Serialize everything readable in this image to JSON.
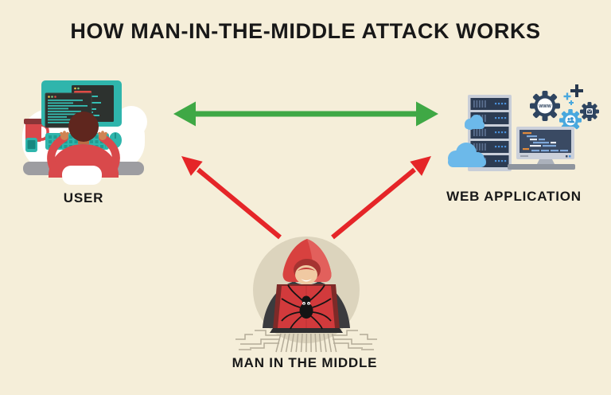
{
  "title": "HOW MAN-IN-THE-MIDDLE ATTACK WORKS",
  "nodes": {
    "user": {
      "label": "USER",
      "icon": "user-at-computer-icon"
    },
    "web_application": {
      "label": "WEB APPLICATION",
      "icon": "web-servers-icon",
      "gear_label": "WWW"
    },
    "man_in_the_middle": {
      "label": "MAN IN THE MIDDLE",
      "icon": "hooded-hacker-spider-laptop-icon"
    }
  },
  "arrows": [
    {
      "name": "user-webapp-traffic",
      "from": "USER",
      "to": "WEB APPLICATION",
      "style": "double-headed",
      "color": "#3FA845"
    },
    {
      "name": "mitm-intercept-user",
      "from": "MAN IN THE MIDDLE",
      "to": "USER",
      "style": "single-headed",
      "color": "#E52528"
    },
    {
      "name": "mitm-intercept-webapp",
      "from": "MAN IN THE MIDDLE",
      "to": "WEB APPLICATION",
      "style": "single-headed",
      "color": "#E52528"
    }
  ],
  "colors": {
    "background": "#F5EED9",
    "text": "#181818",
    "green_arrow": "#3FA845",
    "red_arrow": "#E52528",
    "teal": "#2FB5AC",
    "navy": "#2C3B52",
    "light_blue": "#6CB9EA",
    "hacker_red": "#D8413F",
    "beige_circle": "#DCD4BD"
  }
}
